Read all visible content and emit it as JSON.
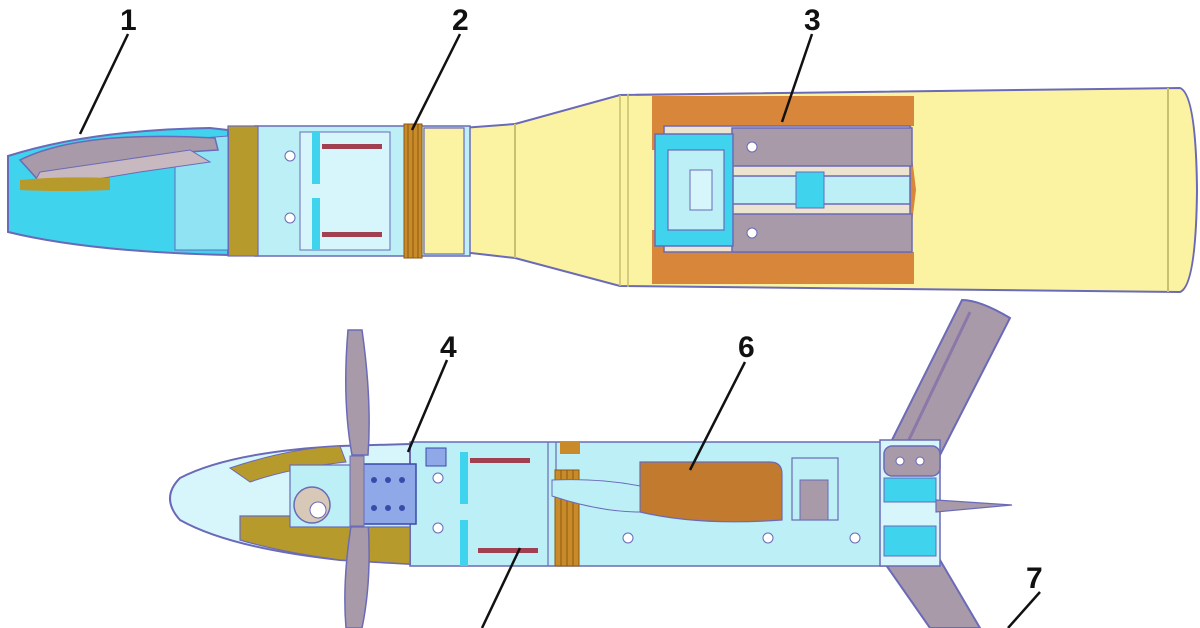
{
  "labels": {
    "l1": "1",
    "l2": "2",
    "l3": "3",
    "l4": "4",
    "l6": "6",
    "l7": "7"
  },
  "colors": {
    "nose_cyan": "#3fd3ee",
    "body_cyan": "#bdeff7",
    "light_cyan": "#d7f6fb",
    "case_yellow": "#fbf3a2",
    "charge_orange": "#d8873a",
    "olive": "#b79a2c",
    "copper": "#c98a2a",
    "fin_grey": "#a89aa8",
    "fin_purple": "#8c78a8",
    "outline": "#6a6ab8",
    "explosive_brown": "#c27a2e"
  }
}
